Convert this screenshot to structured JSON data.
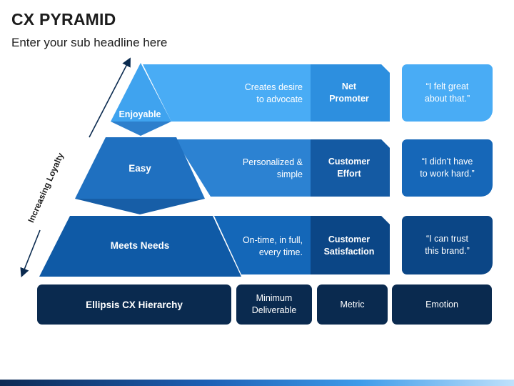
{
  "header": {
    "title": "CX PYRAMID",
    "subtitle": "Enter your sub headline here"
  },
  "axis": {
    "label": "Increasing Loyalty"
  },
  "levels": [
    {
      "name": "Enjoyable",
      "minimum": "Creates desire to advocate",
      "minimum_lines": [
        "Creates desire",
        "to advocate"
      ],
      "metric_lines": [
        "Net",
        "Promoter"
      ],
      "emotion_lines": [
        "“I felt great",
        "about that.”"
      ]
    },
    {
      "name": "Easy",
      "minimum_lines": [
        "Personalized &",
        "simple"
      ],
      "metric_lines": [
        "Customer",
        "Effort"
      ],
      "emotion_lines": [
        "“I didn’t have",
        "to work hard.”"
      ]
    },
    {
      "name": "Meets Needs",
      "minimum_lines": [
        "On-time, in full,",
        "every time."
      ],
      "metric_lines": [
        "Customer",
        "Satisfaction"
      ],
      "emotion_lines": [
        "“I can trust",
        "this brand.”"
      ]
    }
  ],
  "footer": {
    "hierarchy": "Ellipsis CX Hierarchy",
    "minimum_lines": [
      "Minimum",
      "Deliverable"
    ],
    "metric": "Metric",
    "emotion": "Emotion"
  },
  "colors": {
    "top": "#3aa3f2",
    "middle": "#1f74c4",
    "bottom": "#0d5aa8",
    "dark": "#0a2a4f"
  }
}
